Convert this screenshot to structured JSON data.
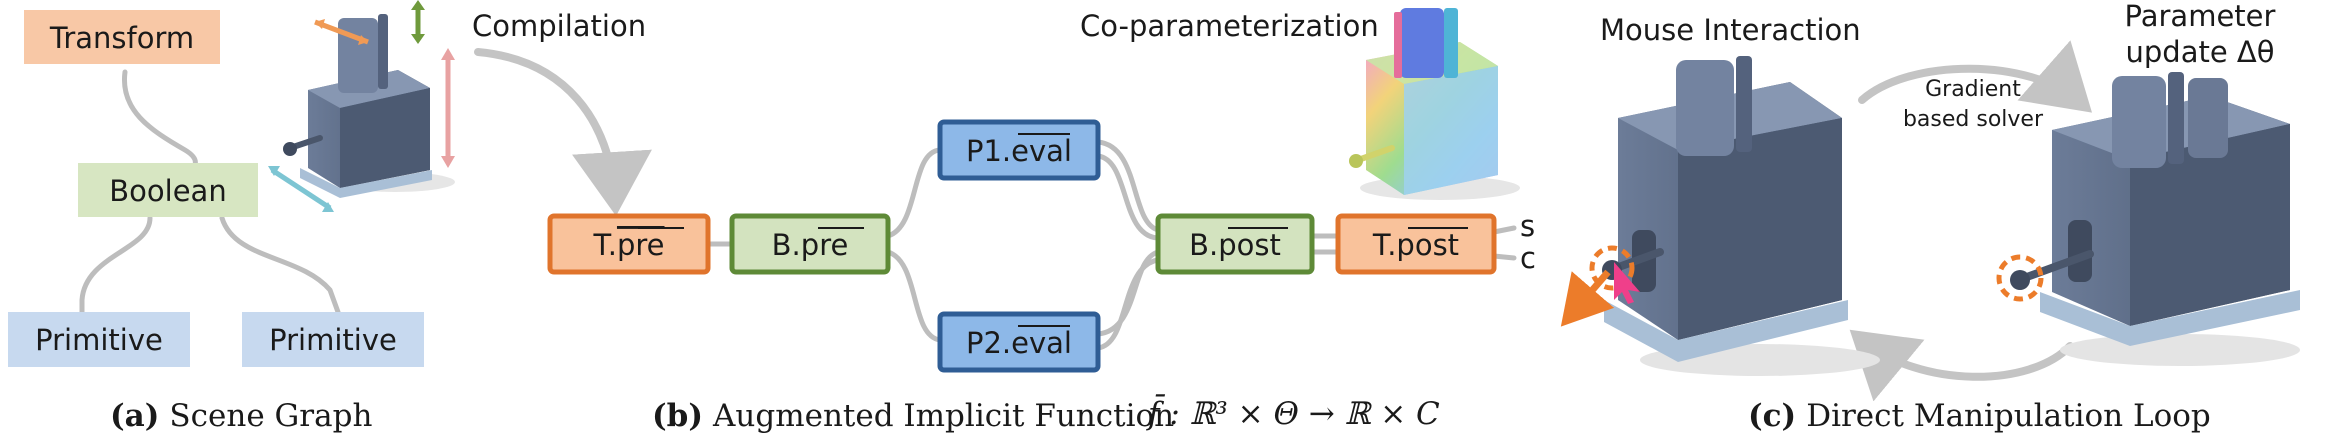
{
  "panel_a": {
    "caption_label": "(a)",
    "caption_text": "Scene Graph",
    "nodes": {
      "transform": "Transform",
      "boolean": "Boolean",
      "primitive_left": "Primitive",
      "primitive_right": "Primitive"
    }
  },
  "panel_b": {
    "compilation_label": "Compilation",
    "coparam_label": "Co-parameterization",
    "caption_label": "(b)",
    "caption_text": "Augmented Implicit Function",
    "formula": "f̄ : ℝ³ × Θ → ℝ × C",
    "nodes": {
      "t_pre_prefix": "T.",
      "t_pre_suffix": "pre",
      "b_pre_prefix": "B.",
      "b_pre_suffix": "pre",
      "p1_prefix": "P1.",
      "p1_suffix": "eval",
      "p2_prefix": "P2.",
      "p2_suffix": "eval",
      "b_post_prefix": "B.",
      "b_post_suffix": "post",
      "t_post_prefix": "T.",
      "t_post_suffix": "post"
    },
    "outputs": {
      "s": "s",
      "c": "c"
    }
  },
  "panel_c": {
    "mouse_label": "Mouse Interaction",
    "param_label_line1": "Parameter",
    "param_label_line2": "update Δθ",
    "solver_line1": "Gradient",
    "solver_line2": "based solver",
    "caption_label": "(c)",
    "caption_text": "Direct Manipulation Loop"
  },
  "colors": {
    "transform_fill": "#f8c8a6",
    "boolean_fill": "#d7e6c2",
    "primitive_fill": "#c7d9ef",
    "pre_post_orange_fill": "#f9c29b",
    "pre_post_orange_stroke": "#e0742c",
    "boolean_green_fill": "#d3e3bf",
    "boolean_green_stroke": "#5e8a37",
    "eval_blue_fill": "#8db8e8",
    "eval_blue_stroke": "#2f5d95",
    "toaster_body": "#5b6b86",
    "toaster_light": "#a9bfd6",
    "arrow_orange": "#f09a55",
    "arrow_green": "#6f9a3c",
    "arrow_pink": "#e8a2a2",
    "arrow_cyan": "#7dc5d3",
    "cursor_pink": "#ef3f8a",
    "drag_orange": "#ec7c2a"
  }
}
